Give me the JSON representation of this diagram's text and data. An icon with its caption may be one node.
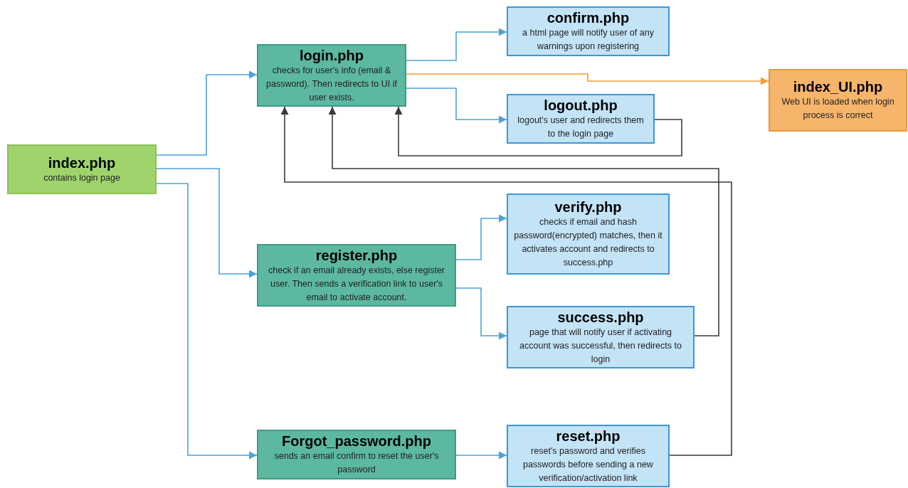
{
  "diagram": {
    "nodes": [
      {
        "text": [
          "index.php",
          "contains login page"
        ]
      },
      {
        "text": [
          "login.php",
          "checks for user's info (email & password). Then redirects to UI if user exists."
        ]
      },
      {
        "text": [
          "confirm.php",
          "a html page will notify user of any warnings upon registering"
        ]
      },
      {
        "text": [
          "index_UI.php",
          "Web UI is loaded when login process is correct"
        ]
      },
      {
        "text": [
          "logout.php",
          "logout's user and redirects them to the login page"
        ]
      },
      {
        "text": [
          "verify.php",
          "checks if email and hash password(encrypted) matches, then it activates account and redirects to success.php"
        ]
      },
      {
        "text": [
          "register.php",
          "check if an email already exists, else register user. Then sends a verification link to user's email to activate account."
        ]
      },
      {
        "text": [
          "success.php",
          "page that will notify user if activating account was successful, then redirects to login"
        ]
      },
      {
        "text": [
          "Forgot_password.php",
          "sends an email confirm to reset the user's password"
        ]
      },
      {
        "text": [
          "reset.php",
          "reset's password and verifies passwords before sending a new verification/activation link"
        ]
      }
    ],
    "edges": [
      {
        "from": 0,
        "to": 1,
        "arrow": "to"
      },
      {
        "from": 0,
        "to": 6,
        "arrow": "to"
      },
      {
        "from": 0,
        "to": 8,
        "arrow": "to"
      },
      {
        "from": 1,
        "to": 2,
        "arrow": "to"
      },
      {
        "from": 1,
        "to": 3,
        "arrow": "to",
        "color": "#f39c35"
      },
      {
        "from": 1,
        "to": 4,
        "arrow": "to"
      },
      {
        "from": 4,
        "to": 1,
        "arrow": "to",
        "color": "#3a3a3a"
      },
      {
        "from": 7,
        "to": 1,
        "arrow": "to",
        "color": "#3a3a3a"
      },
      {
        "from": 9,
        "to": 1,
        "arrow": "to",
        "color": "#3a3a3a"
      },
      {
        "from": 6,
        "to": 5,
        "arrow": "to"
      },
      {
        "from": 6,
        "to": 7,
        "arrow": "to"
      },
      {
        "from": 8,
        "to": 9,
        "arrow": "to"
      }
    ]
  }
}
